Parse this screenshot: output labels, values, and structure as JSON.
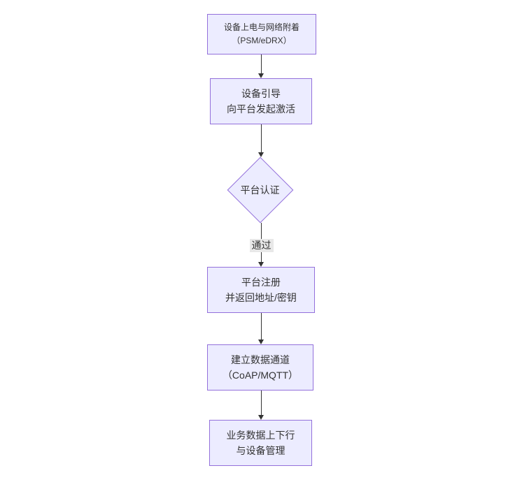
{
  "diagram": {
    "type": "flowchart",
    "direction": "top-down",
    "colors": {
      "node_fill": "#ECECFF",
      "node_border": "#9370DB",
      "text": "#333333",
      "arrow": "#333333",
      "edge_label_bg": "#e8e8e8",
      "background": "#ffffff"
    },
    "nodes": [
      {
        "id": "A",
        "shape": "rect",
        "lines": [
          "设备上电与网络附着",
          "（PSM/eDRX）"
        ]
      },
      {
        "id": "B",
        "shape": "rect",
        "lines": [
          "设备引导",
          "向平台发起激活"
        ]
      },
      {
        "id": "C",
        "shape": "diamond",
        "lines": [
          "平台认证"
        ]
      },
      {
        "id": "D",
        "shape": "rect",
        "lines": [
          "平台注册",
          "并返回地址/密钥"
        ]
      },
      {
        "id": "E",
        "shape": "rect",
        "lines": [
          "建立数据通道",
          "（CoAP/MQTT）"
        ]
      },
      {
        "id": "F",
        "shape": "rect",
        "lines": [
          "业务数据上下行",
          "与设备管理"
        ]
      }
    ],
    "edges": [
      {
        "from": "A",
        "to": "B",
        "label": ""
      },
      {
        "from": "B",
        "to": "C",
        "label": ""
      },
      {
        "from": "C",
        "to": "D",
        "label": "通过"
      },
      {
        "from": "D",
        "to": "E",
        "label": ""
      },
      {
        "from": "E",
        "to": "F",
        "label": ""
      }
    ]
  }
}
